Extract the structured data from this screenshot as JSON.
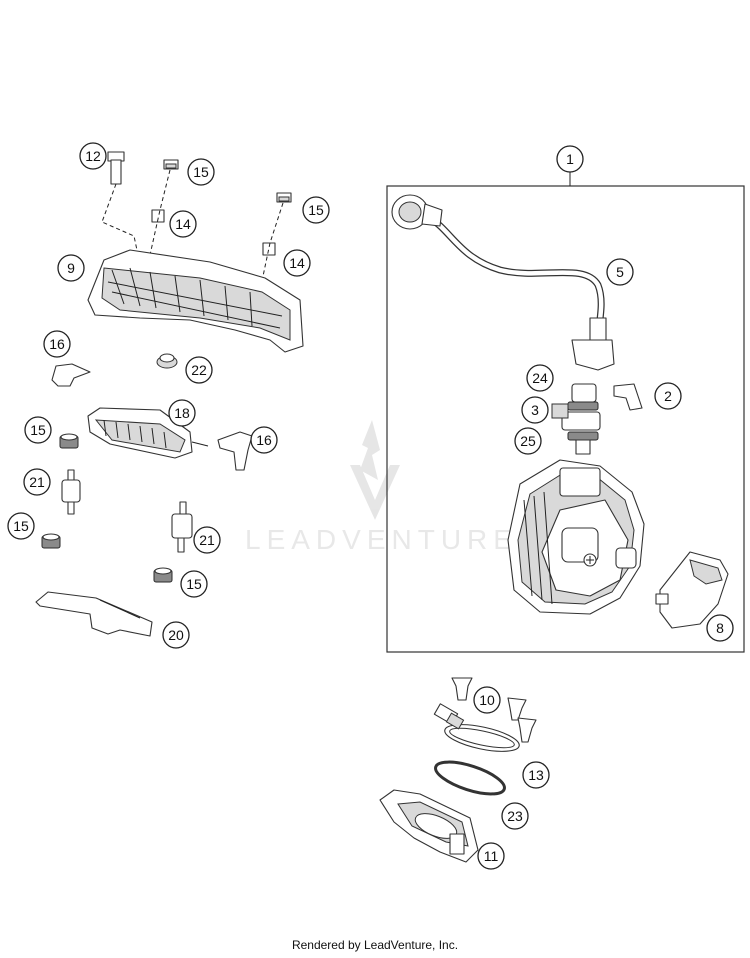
{
  "callouts": {
    "c1": "1",
    "c2": "2",
    "c3": "3",
    "c5": "5",
    "c8": "8",
    "c9": "9",
    "c10": "10",
    "c11": "11",
    "c12": "12",
    "c13": "13",
    "c14a": "14",
    "c14b": "14",
    "c15a": "15",
    "c15b": "15",
    "c15c": "15",
    "c15d": "15",
    "c15e": "15",
    "c16a": "16",
    "c16b": "16",
    "c18": "18",
    "c20": "20",
    "c21a": "21",
    "c21b": "21",
    "c22": "22",
    "c23": "23",
    "c24": "24",
    "c25": "25"
  },
  "watermark": {
    "text": "LEADVENTURE"
  },
  "footer": {
    "text": "Rendered by LeadVenture, Inc."
  }
}
